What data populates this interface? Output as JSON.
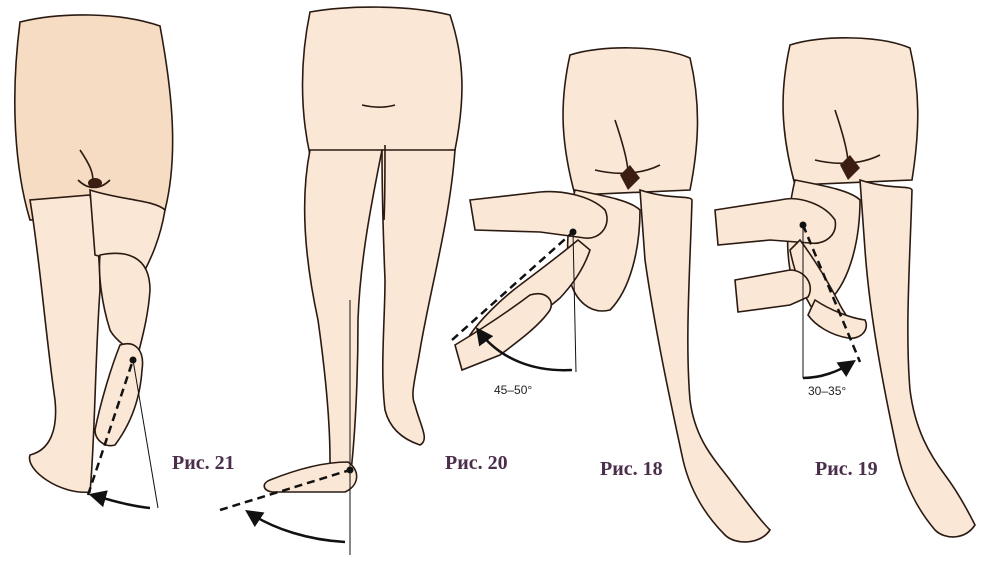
{
  "figures": [
    {
      "id": "fig21",
      "label": "Рис. 21",
      "angle": ""
    },
    {
      "id": "fig20",
      "label": "Рис. 20",
      "angle": ""
    },
    {
      "id": "fig18",
      "label": "Рис. 18",
      "angle": "45–50°"
    },
    {
      "id": "fig19",
      "label": "Рис. 19",
      "angle": "30–35°"
    }
  ],
  "colors": {
    "skin": "#fbe7d5",
    "skin_shade": "#f4d2b6",
    "outline": "#2a1a12",
    "label": "#4a2e4a",
    "dark_mark": "#3b1d12"
  }
}
